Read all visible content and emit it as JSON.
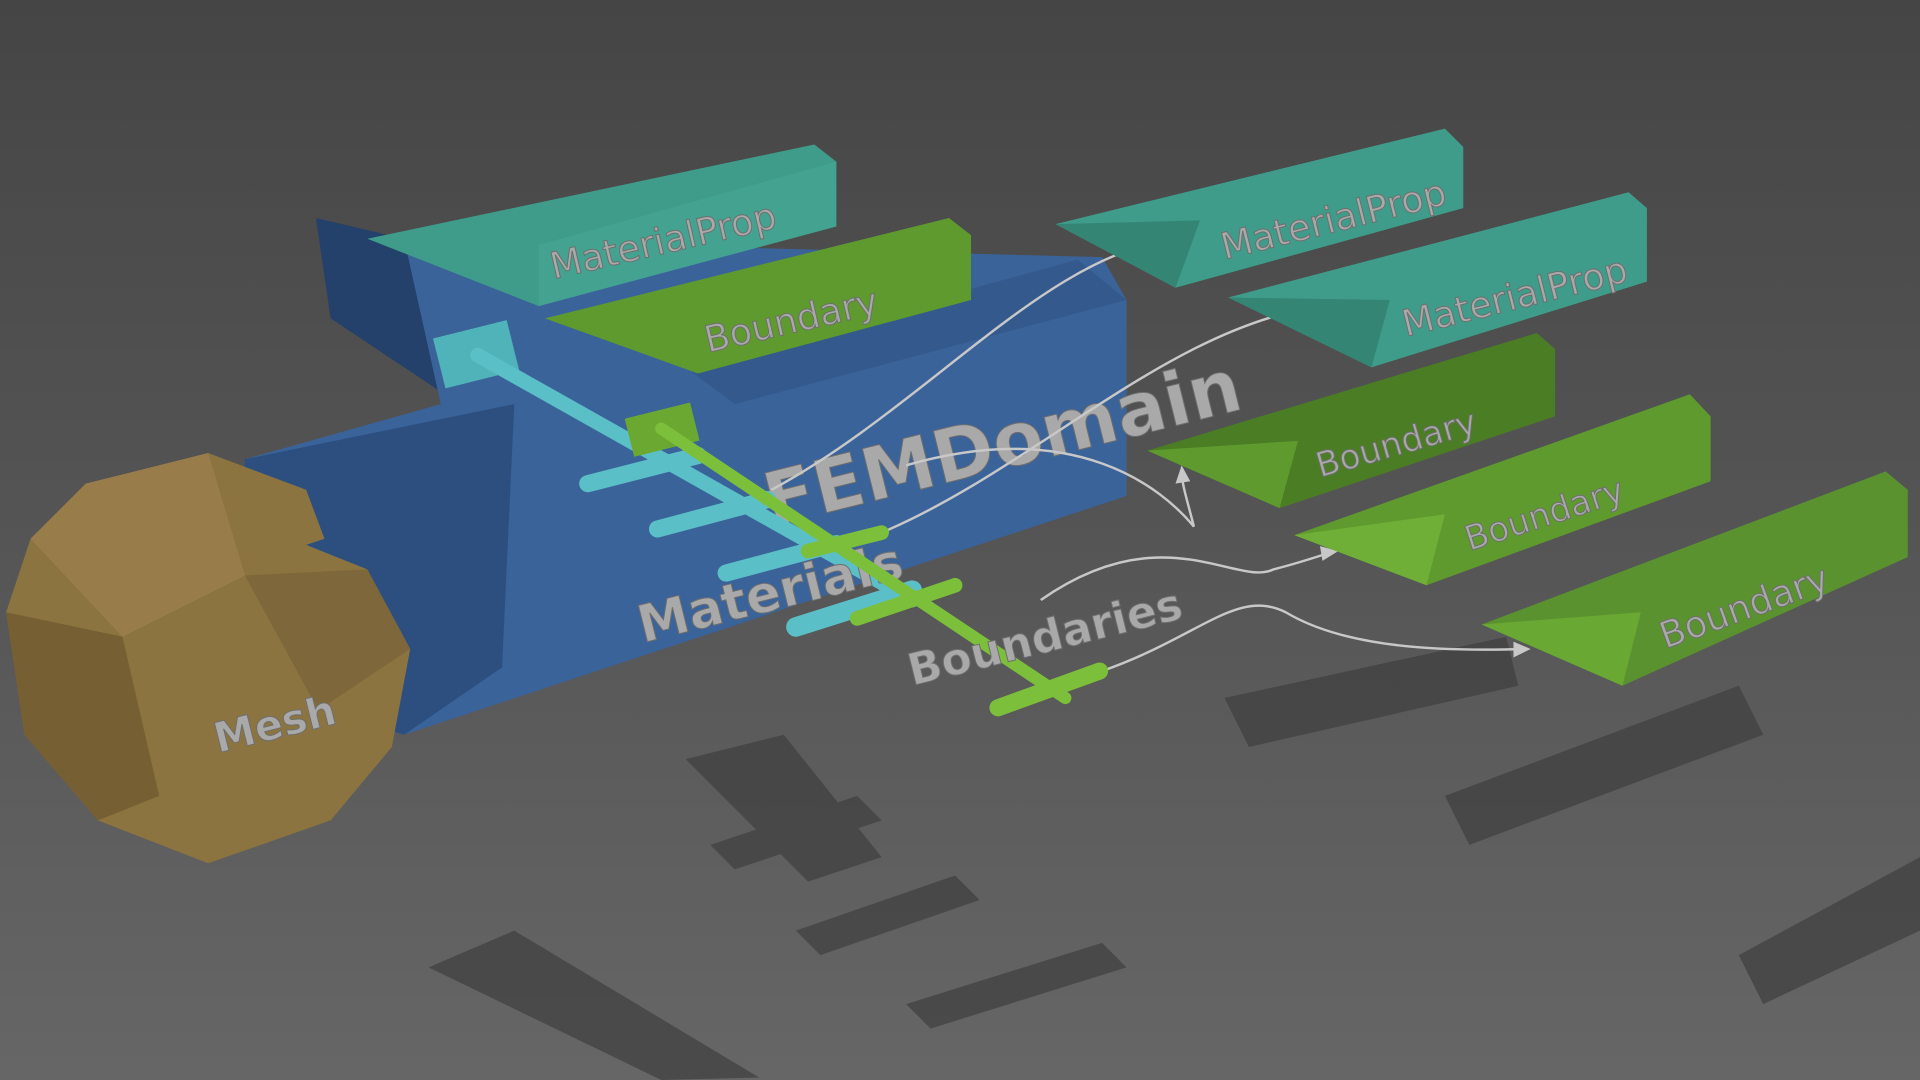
{
  "colors": {
    "background": "#474747",
    "floor": "#5f5f5f",
    "domain": "#3a639a",
    "material": "#3f9c8a",
    "boundary": "#5f9a2f",
    "mesh": "#8c7440",
    "teal_tube": "#5bbfc7",
    "green_tube": "#7cbf3a",
    "wire": "#c8c8c8",
    "label": "#a9a9a9"
  },
  "domain": {
    "label": "FEMDomain"
  },
  "mesh": {
    "label": "Mesh"
  },
  "domain_parts": {
    "material_label": "MaterialProp",
    "boundary_label": "Boundary"
  },
  "branches": {
    "materials_label": "Materials",
    "boundaries_label": "Boundaries"
  },
  "right_materials": [
    {
      "label": "MaterialProp"
    },
    {
      "label": "MaterialProp"
    }
  ],
  "right_boundaries": [
    {
      "label": "Boundary"
    },
    {
      "label": "Boundary"
    },
    {
      "label": "Boundary"
    }
  ]
}
